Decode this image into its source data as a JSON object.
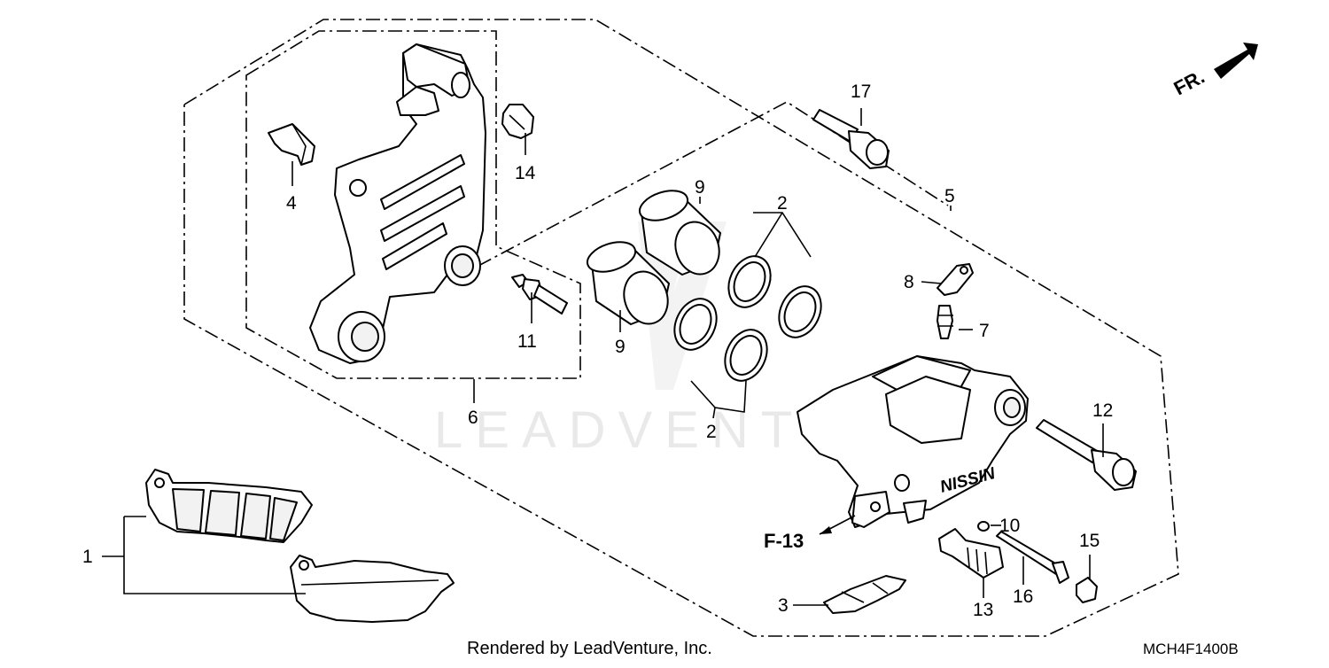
{
  "diagram": {
    "title": "",
    "front_indicator": "FR.",
    "watermark": "LEADVENTURE",
    "footer_text": "Rendered by LeadVenture, Inc.",
    "diagram_code": "MCH4F1400B",
    "reference_label": "F-13",
    "caliper_brand": "NISSIN",
    "callouts": {
      "c1": "1",
      "c2a": "2",
      "c2b": "2",
      "c3": "3",
      "c4": "4",
      "c5": "5",
      "c6": "6",
      "c7": "7",
      "c8": "8",
      "c9a": "9",
      "c9b": "9",
      "c10": "10",
      "c11": "11",
      "c12": "12",
      "c13": "13",
      "c14": "14",
      "c15": "15",
      "c16": "16",
      "c17": "17"
    }
  }
}
